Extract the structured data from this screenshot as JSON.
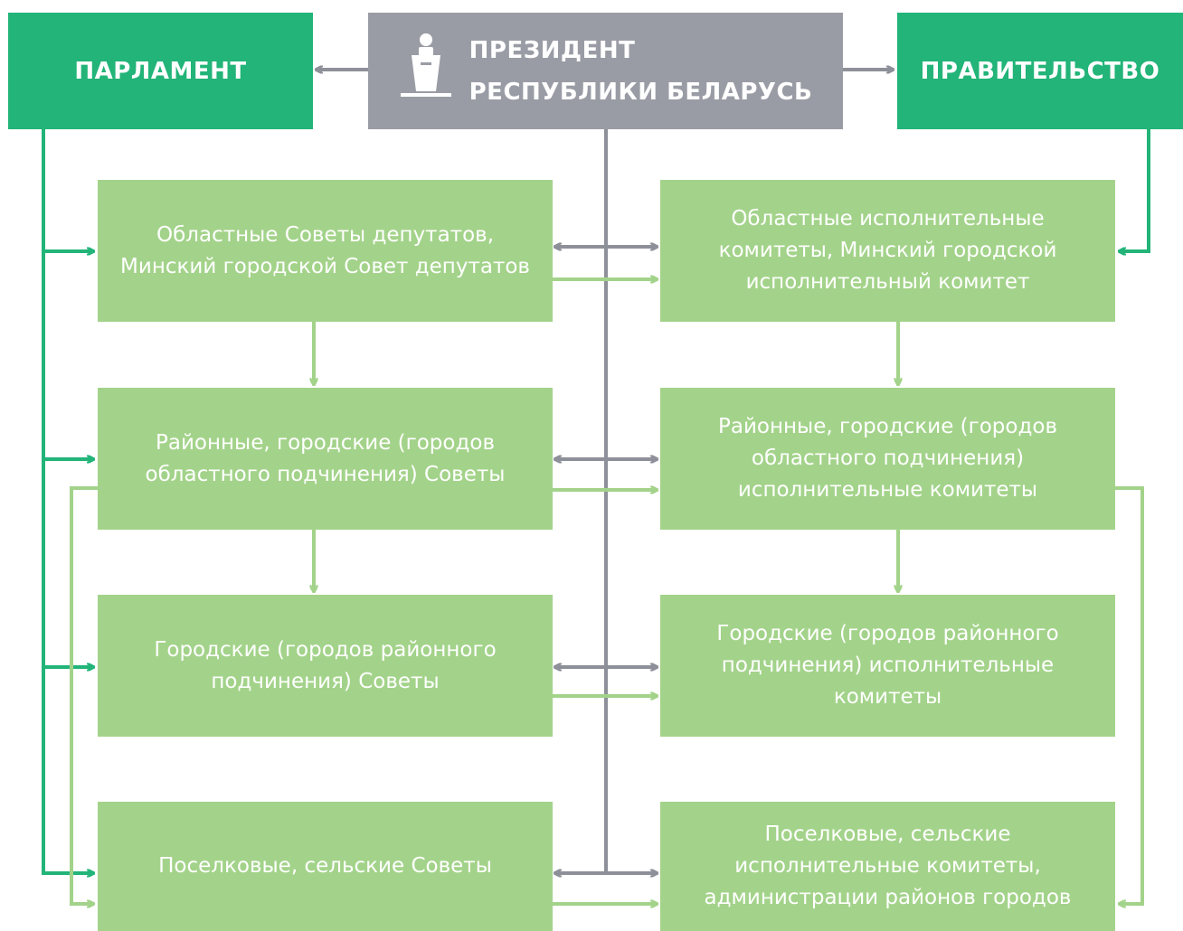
{
  "colors": {
    "dark_green": "#22b478",
    "light_green": "#a3d38a",
    "gray": "#9a9ca5",
    "white": "#ffffff"
  },
  "top": {
    "parliament": "ПАРЛАМЕНТ",
    "president_line1": "ПРЕЗИДЕНТ",
    "president_line2": "РЕСПУБЛИКИ БЕЛАРУСЬ",
    "president_icon": "podium-speaker-icon",
    "government": "ПРАВИТЕЛЬСТВО"
  },
  "councils": [
    "Областные Советы депутатов, Минский городской Совет депутатов",
    "Районные, городские (городов областного подчинения) Советы",
    "Городские (городов районного подчинения) Советы",
    "Поселковые, сельские Советы"
  ],
  "committees": [
    "Областные исполнительные комитеты, Минский городской исполнительный комитет",
    "Районные, городские (городов областного подчинения) исполнительные комитеты",
    "Городские (городов районного подчинения) исполнительные комитеты",
    "Поселковые, сельские исполнительные комитеты, администрации районов городов"
  ]
}
